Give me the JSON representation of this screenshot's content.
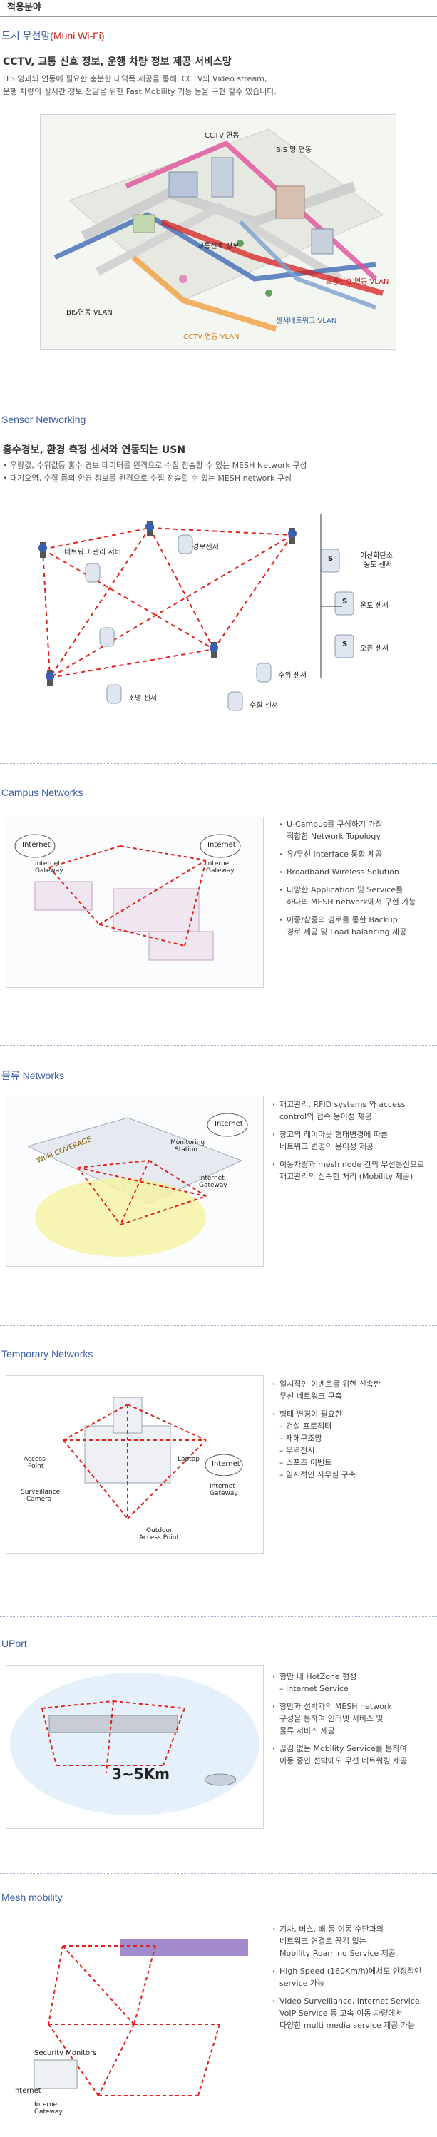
{
  "page_title": "적용분야",
  "muni": {
    "title_prefix": "도시 무선망",
    "title_accent": "(Muni Wi-Fi)",
    "subtitle": "CCTV, 교통 신호 정보, 운행 차량 정보 제공 서비스망",
    "desc1": "ITS 영과의 연동에 필요한 충분한 대역폭 제공을 통해, CCTV의 Video stream,",
    "desc2": "운행 차량의 실시간 정보 전달을 위한 Fast Mobility 기능 등을 구현 할수 있습니다.",
    "labels": {
      "cctv": "CCTV 연동",
      "bis_net": "BIS 망 연동",
      "traffic_info": "교통신호 정보",
      "bis_vlan": "BIS연동 VLAN",
      "cctv_vlan": "CCTV 연동 VLAN",
      "sensor_vlan": "센서네트워크 VLAN",
      "traffic_vlan": "교통신호 연동 VLAN"
    }
  },
  "sensor": {
    "title": "Sensor Networking",
    "subtitle": "홍수경보,  환경  측정  센서와  연동되는 USN",
    "desc1": "• 우량값, 수위값등 홍수 경보 데이터를 원격으로 수집 전송할 수 있는 MESH Network 구성",
    "desc2": "• 대기오염, 수질 등의 환경 정보를 원격으로 수집 전송할 수 있는 MESH network 구성",
    "labels": {
      "mgmt": "네트워크 관리 서버",
      "alarm": "경보센서",
      "co2": "이산화탄소",
      "co2b": "농도 센서",
      "temp": "온도 센서",
      "ozone": "오존 센서",
      "light": "조명 센서",
      "level": "수위 센서",
      "quality": "수질 센서",
      "s": "S"
    }
  },
  "campus": {
    "title": "Campus Networks",
    "bullets": [
      [
        "U-Campus를 구성하기 가장",
        "적합한 Network Topology"
      ],
      [
        "유/무선 Interface 통합 제공"
      ],
      [
        "Broadband Wireless Solution"
      ],
      [
        "다양한 Application 및 Service를",
        "하나의 MESH network에서 구현 가능"
      ],
      [
        "이중/삼중의 경로를 통한 Backup",
        "경로 제공 및 Load balancing 제공"
      ]
    ],
    "labels": {
      "internet": "Internet",
      "igw": "Internet",
      "igw2": "Gateway"
    }
  },
  "logistics": {
    "title": "물류 Networks",
    "bullets": [
      [
        "재고관리, RFID systems 와 access",
        "control의 접속 용이성 제공"
      ],
      [
        "창고의 레이아웃 형태변경에 따른",
        "네트워크 변경의 용이성 제공"
      ],
      [
        "이동차량과 mesh node 간의 무선통신으로",
        "재고관리의 신속한 처리 (Mobility 제공)"
      ]
    ],
    "labels": {
      "internet": "Internet",
      "mon1": "Monitoring",
      "mon2": "Station",
      "igw": "Internet",
      "igw2": "Gateway",
      "wifi": "Wi-Fi COVERAGE"
    }
  },
  "temporary": {
    "title": "Temporary Networks",
    "bullets": [
      [
        "일시적인 이벤트를 위한 신속한",
        "무선 네트워크 구축"
      ],
      [
        "형태 변경이 필요한",
        "– 건설 프로젝터",
        "– 재해구조망",
        "– 무역전시",
        "– 스포츠 이벤트",
        "– 일시적인 사무실 구축"
      ]
    ],
    "labels": {
      "ap1": "Access",
      "ap2": "Point",
      "laptop": "Laptop",
      "internet": "Internet",
      "sc1": "Surveillance",
      "sc2": "Camera",
      "igw": "Internet",
      "igw2": "Gateway",
      "oap1": "Outdoor",
      "oap2": "Access Point"
    }
  },
  "uport": {
    "title": "UPort",
    "bullets": [
      [
        "항만 내 HotZone 형성",
        "– Internet Service"
      ],
      [
        "항만과 선박과의 MESH network",
        "구성을 통하여 인터넷 서비스 및",
        "물류 서비스 제공"
      ],
      [
        "끊김 없는 Mobility Service를 통하여",
        "이동 중인 선박에도 무선 네트워킹 제공"
      ]
    ],
    "labels": {
      "distance": "3~5Km"
    }
  },
  "mesh": {
    "title": "Mesh mobility",
    "bullets": [
      [
        "기차, 버스, 배 등 이동 수단과의",
        "네트워크 연결로 끊김 없는",
        "Mobility Roaming Service 제공"
      ],
      [
        "High Speed (160Km/h)에서도 안정적인",
        "service 가능"
      ],
      [
        "Video Surveillance, Internet Service,",
        "VoIP Service 등 고속 이동 차량에서",
        "다양한 multi media service 제공 가능"
      ]
    ],
    "labels": {
      "sec": "Security Monitors",
      "internet": "Internet",
      "igw": "Internet",
      "igw2": "Gateway"
    }
  },
  "colors": {
    "title_blue": "#3b5ea8",
    "accent_red": "#c02010",
    "mesh_red": "#e0201a"
  }
}
